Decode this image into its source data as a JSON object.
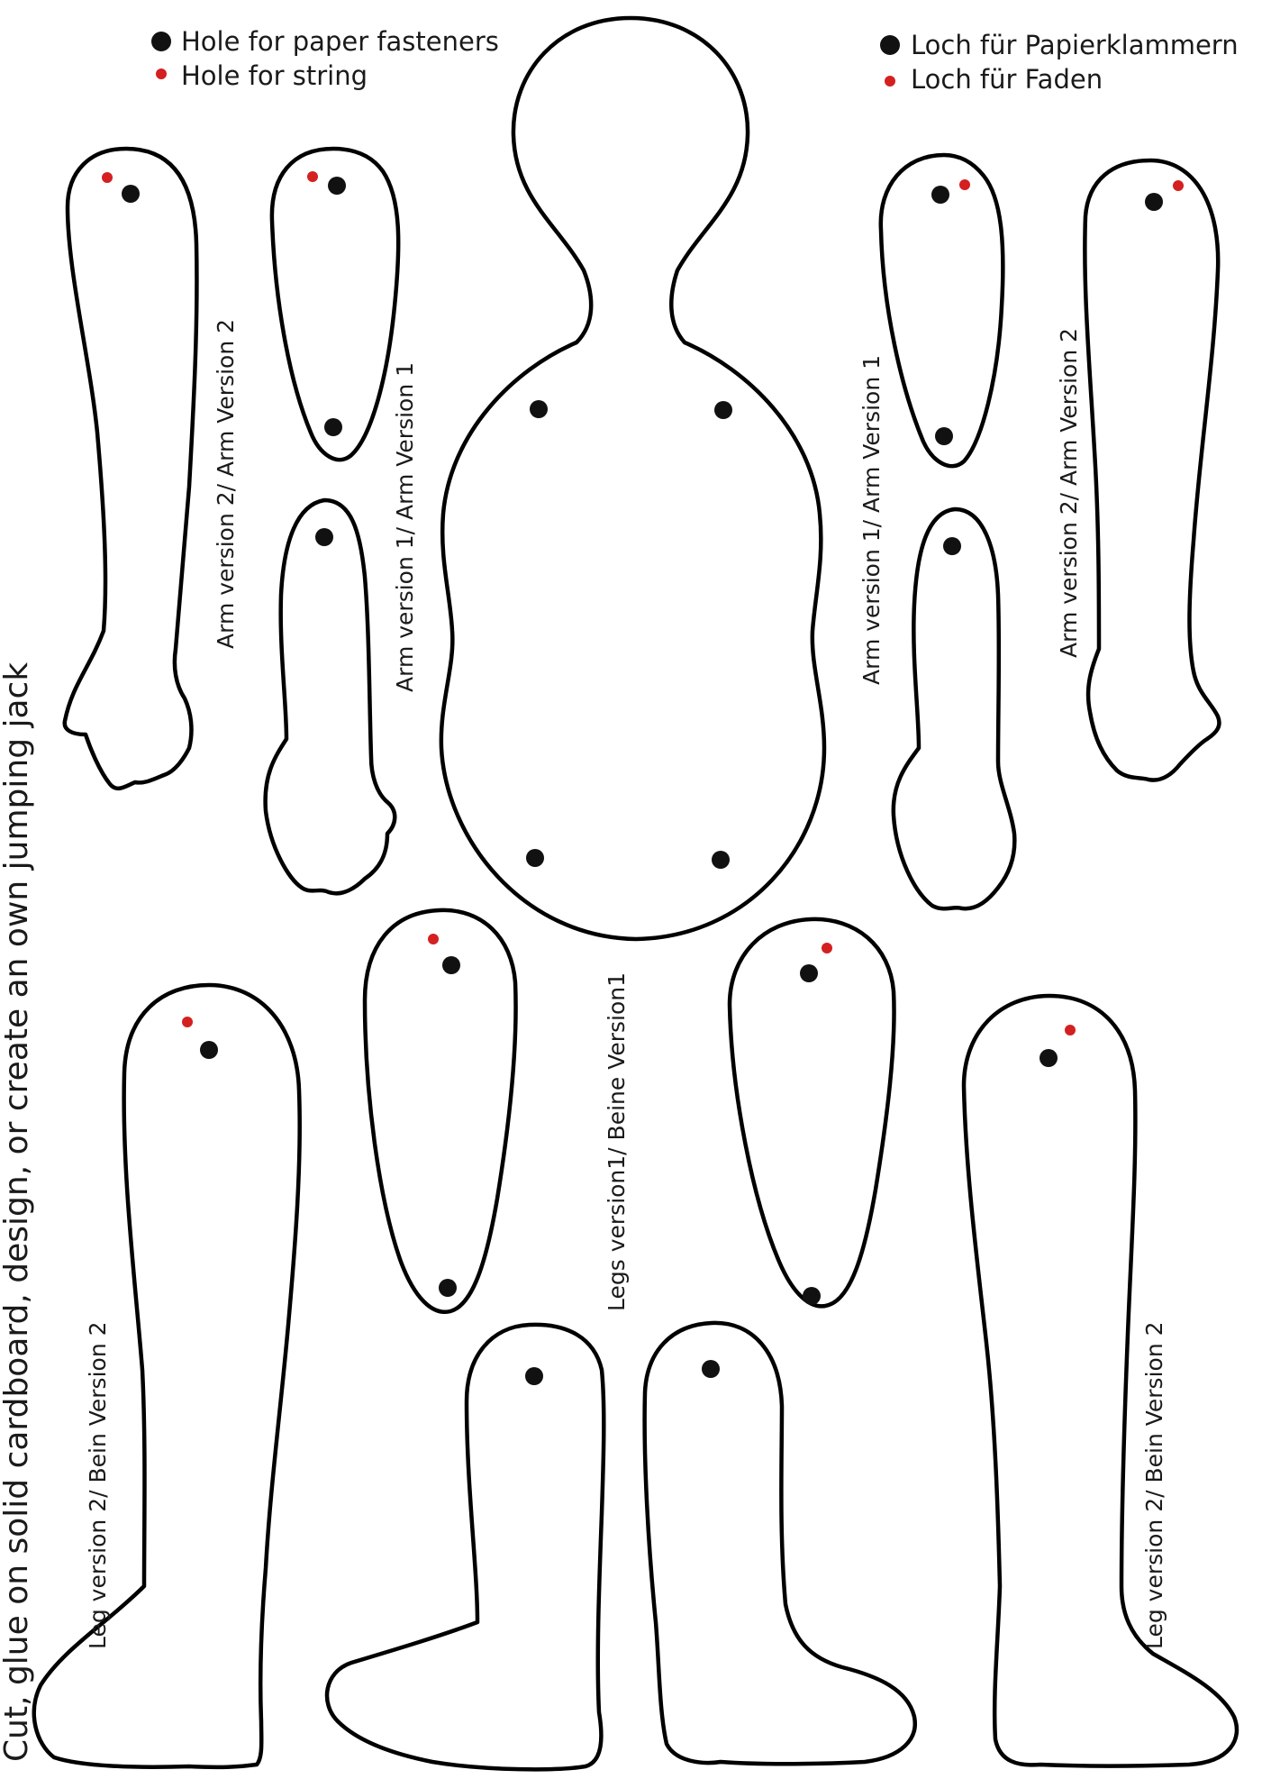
{
  "legend_en": {
    "fastener": "Hole for paper fasteners",
    "string": "Hole for string"
  },
  "legend_de": {
    "fastener": "Loch für Papierklammern",
    "string": "Loch für Faden"
  },
  "title": "Cut, glue on solid cardboard, design, or create an own jumping jack",
  "labels": {
    "arm_v2_left": "Arm version 2/ Arm Version 2",
    "arm_v1_left": "Arm version 1/ Arm Version 1",
    "arm_v1_right": "Arm version 1/ Arm Version 1",
    "arm_v2_right": "Arm version 2/ Arm Version 2",
    "legs_v1": "Legs version1/ Beine Version1",
    "leg_v2_left": "Leg version 2/ Bein Version 2",
    "leg_v2_right": "Leg version 2/ Bein Version 2"
  },
  "colors": {
    "outline": "#000000",
    "fastener_hole": "#111111",
    "string_hole": "#d42020",
    "background": "#ffffff"
  }
}
